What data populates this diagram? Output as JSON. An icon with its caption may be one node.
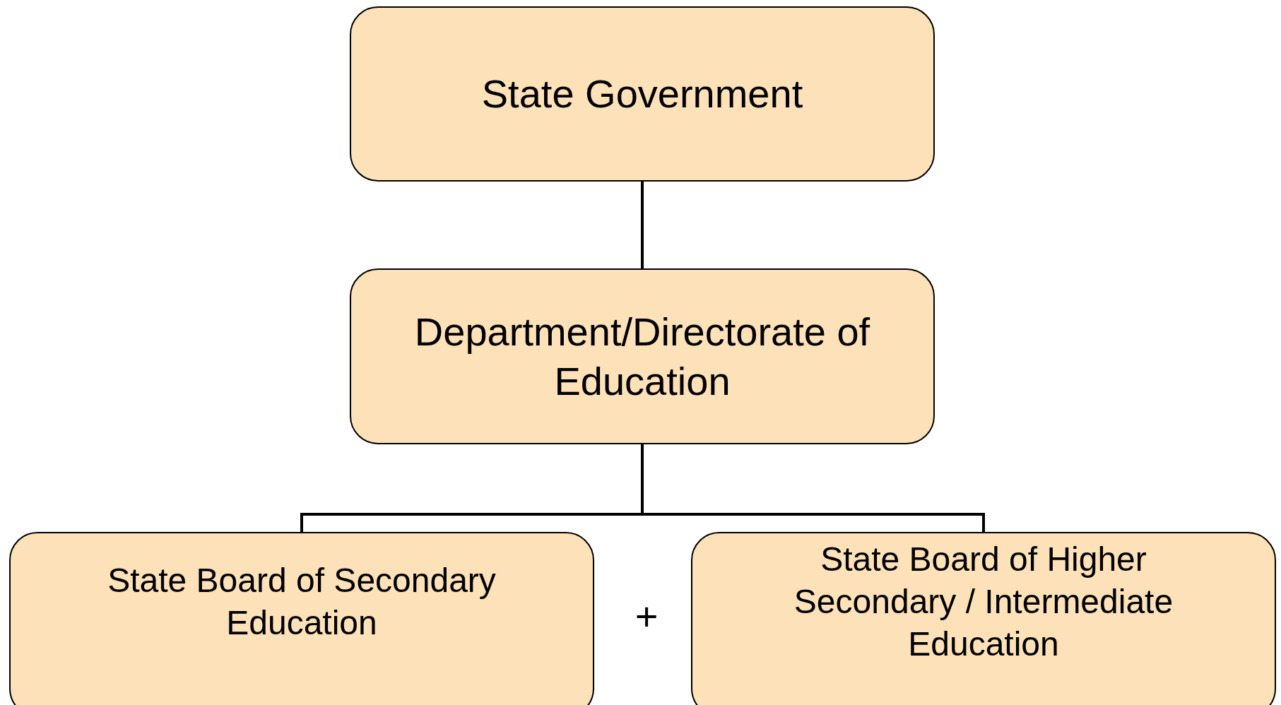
{
  "diagram": {
    "nodes": [
      {
        "text": [
          "State Government"
        ]
      },
      {
        "text": [
          "Department/Directorate of Education"
        ]
      },
      {
        "text": [
          "State Board of Secondary Education"
        ]
      },
      {
        "text": [
          "State Board of Higher Secondary / Intermediate Education"
        ]
      }
    ],
    "edges": [
      {
        "from": 0,
        "to": 1,
        "arrow": "none"
      },
      {
        "from": 1,
        "to": 2,
        "arrow": "none"
      },
      {
        "from": 1,
        "to": 3,
        "arrow": "none"
      }
    ],
    "labels": [
      "+"
    ]
  }
}
